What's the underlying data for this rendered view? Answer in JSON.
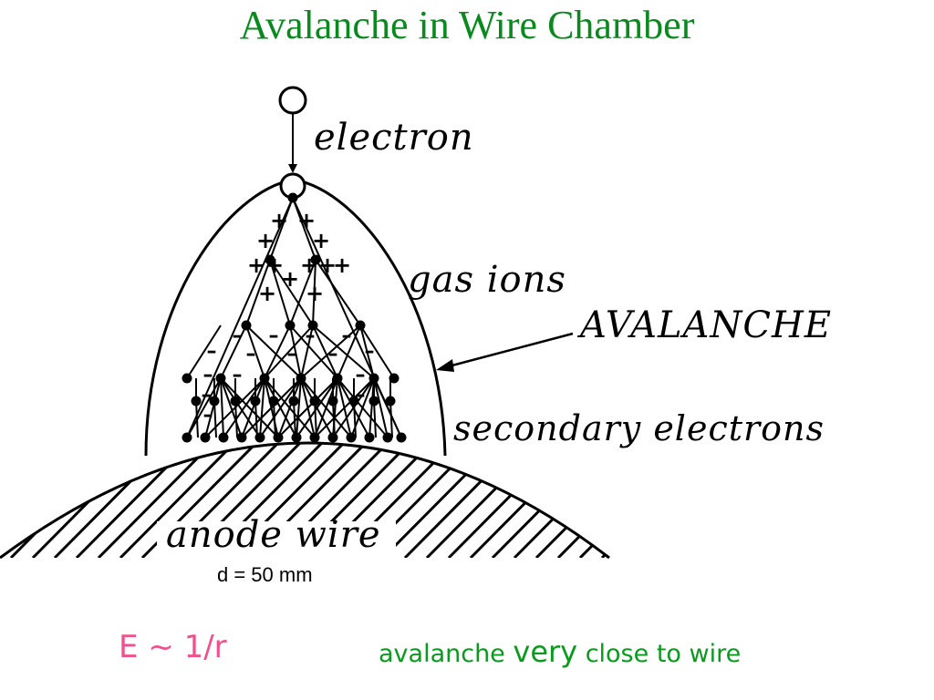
{
  "title": "Avalanche in Wire Chamber",
  "labels": {
    "electron": "electron",
    "gas_ions": "gas ions",
    "avalanche": "AVALANCHE",
    "secondary_electrons": "secondary electrons",
    "anode_wire": "anode wire",
    "diameter": "d = 50 mm"
  },
  "footer": {
    "field": "E ~ 1/r",
    "note_part1": "avalanche ",
    "note_emph": "very",
    "note_part2": " close to wire"
  },
  "colors": {
    "title": "#0a8a1e",
    "field": "#f0508c",
    "note": "#0a9a1e"
  }
}
